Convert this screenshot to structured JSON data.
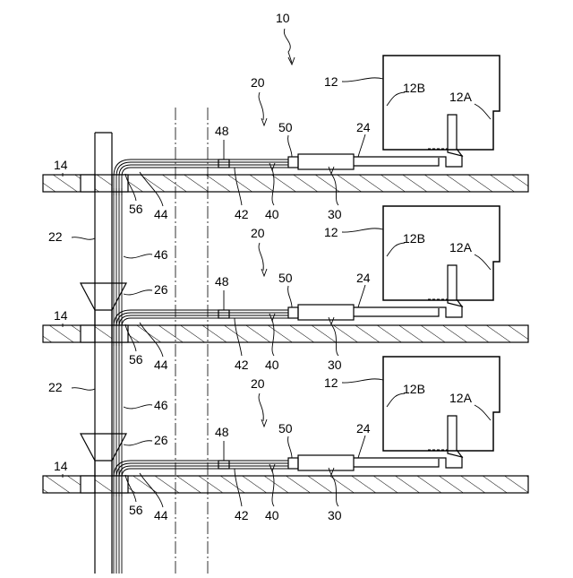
{
  "figure": {
    "reference": "10"
  },
  "labels": {
    "floor": "14",
    "unit": "12",
    "unit_b": "12B",
    "unit_a": "12A",
    "assembly": "20",
    "riser": "22",
    "drain_hose": "24",
    "funnel": "26",
    "pump": "30",
    "pipe_bundle": "40",
    "pipe_a": "42",
    "pipe_b": "44",
    "pipe_vertical": "46",
    "joint": "48",
    "bundle_end": "50",
    "elbow": "56"
  },
  "colors": {
    "line": "#000000",
    "background": "#ffffff"
  }
}
